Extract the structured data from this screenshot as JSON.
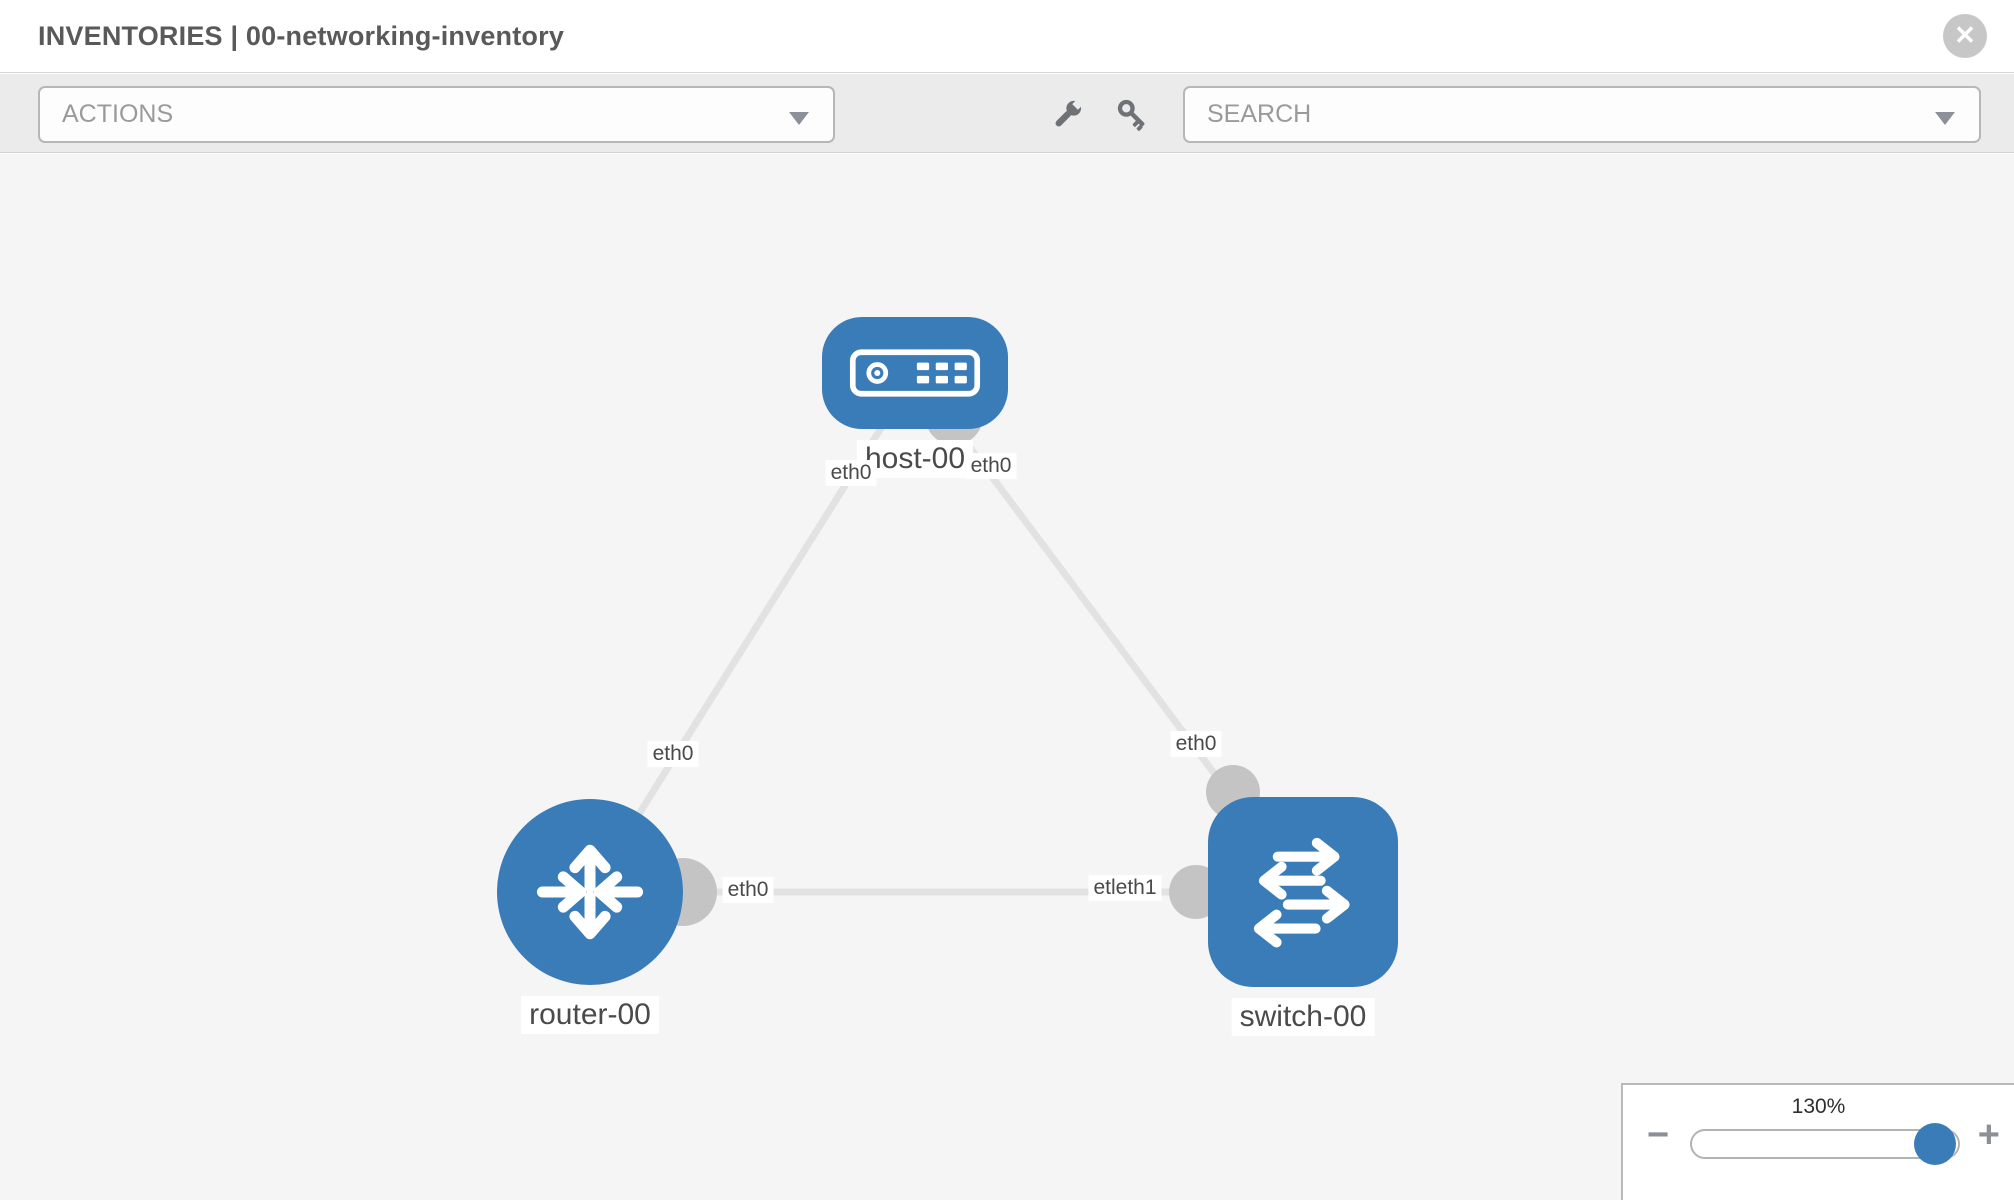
{
  "header": {
    "title": "INVENTORIES | 00-networking-inventory",
    "close_glyph": "✕"
  },
  "toolbar": {
    "actions_label": "ACTIONS",
    "search_label": "SEARCH",
    "icons": [
      "wrench-icon",
      "key-icon"
    ]
  },
  "topology": {
    "nodes": [
      {
        "id": "host-00",
        "type": "host",
        "label": "host-00",
        "icon": "server-icon"
      },
      {
        "id": "router-00",
        "type": "router",
        "label": "router-00",
        "icon": "router-arrows-icon"
      },
      {
        "id": "switch-00",
        "type": "switch",
        "label": "switch-00",
        "icon": "switch-arrows-icon"
      }
    ],
    "links": [
      {
        "from": "router-00",
        "to": "host-00",
        "from_label": "eth0",
        "to_label": "eth0"
      },
      {
        "from": "switch-00",
        "to": "host-00",
        "from_label": "eth0",
        "to_label": "eth0"
      },
      {
        "from": "router-00",
        "to": "switch-00",
        "from_label": "eth0",
        "to_label": "etleth1"
      }
    ]
  },
  "zoom_control": {
    "level": "130%",
    "minus_glyph": "−",
    "plus_glyph": "+"
  },
  "colors": {
    "node_blue": "#3a7cb8",
    "link_gray": "#e2e2e2",
    "port_gray": "#c4c4c4",
    "canvas_bg": "#f5f5f5",
    "toolbar_bg": "#ebebeb"
  }
}
